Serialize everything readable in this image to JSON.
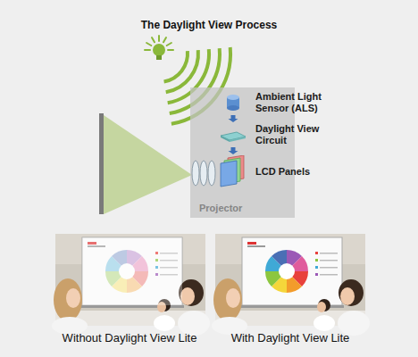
{
  "diagram": {
    "title": "The Daylight View Process",
    "nodes": [
      {
        "text": [
          "Projector"
        ]
      },
      {
        "text": [
          "Ambient Light Sensor (ALS)"
        ],
        "in": 0
      },
      {
        "text": [
          "Daylight View Circuit"
        ],
        "in": 0
      },
      {
        "text": [
          "LCD Panels"
        ],
        "in": 0
      }
    ],
    "edges": [
      {
        "from": 1,
        "to": 2,
        "arrow": "to"
      },
      {
        "from": 2,
        "to": 3,
        "arrow": "to"
      }
    ],
    "labels": [
      "Without Daylight View Lite",
      "With Daylight View Lite"
    ]
  }
}
